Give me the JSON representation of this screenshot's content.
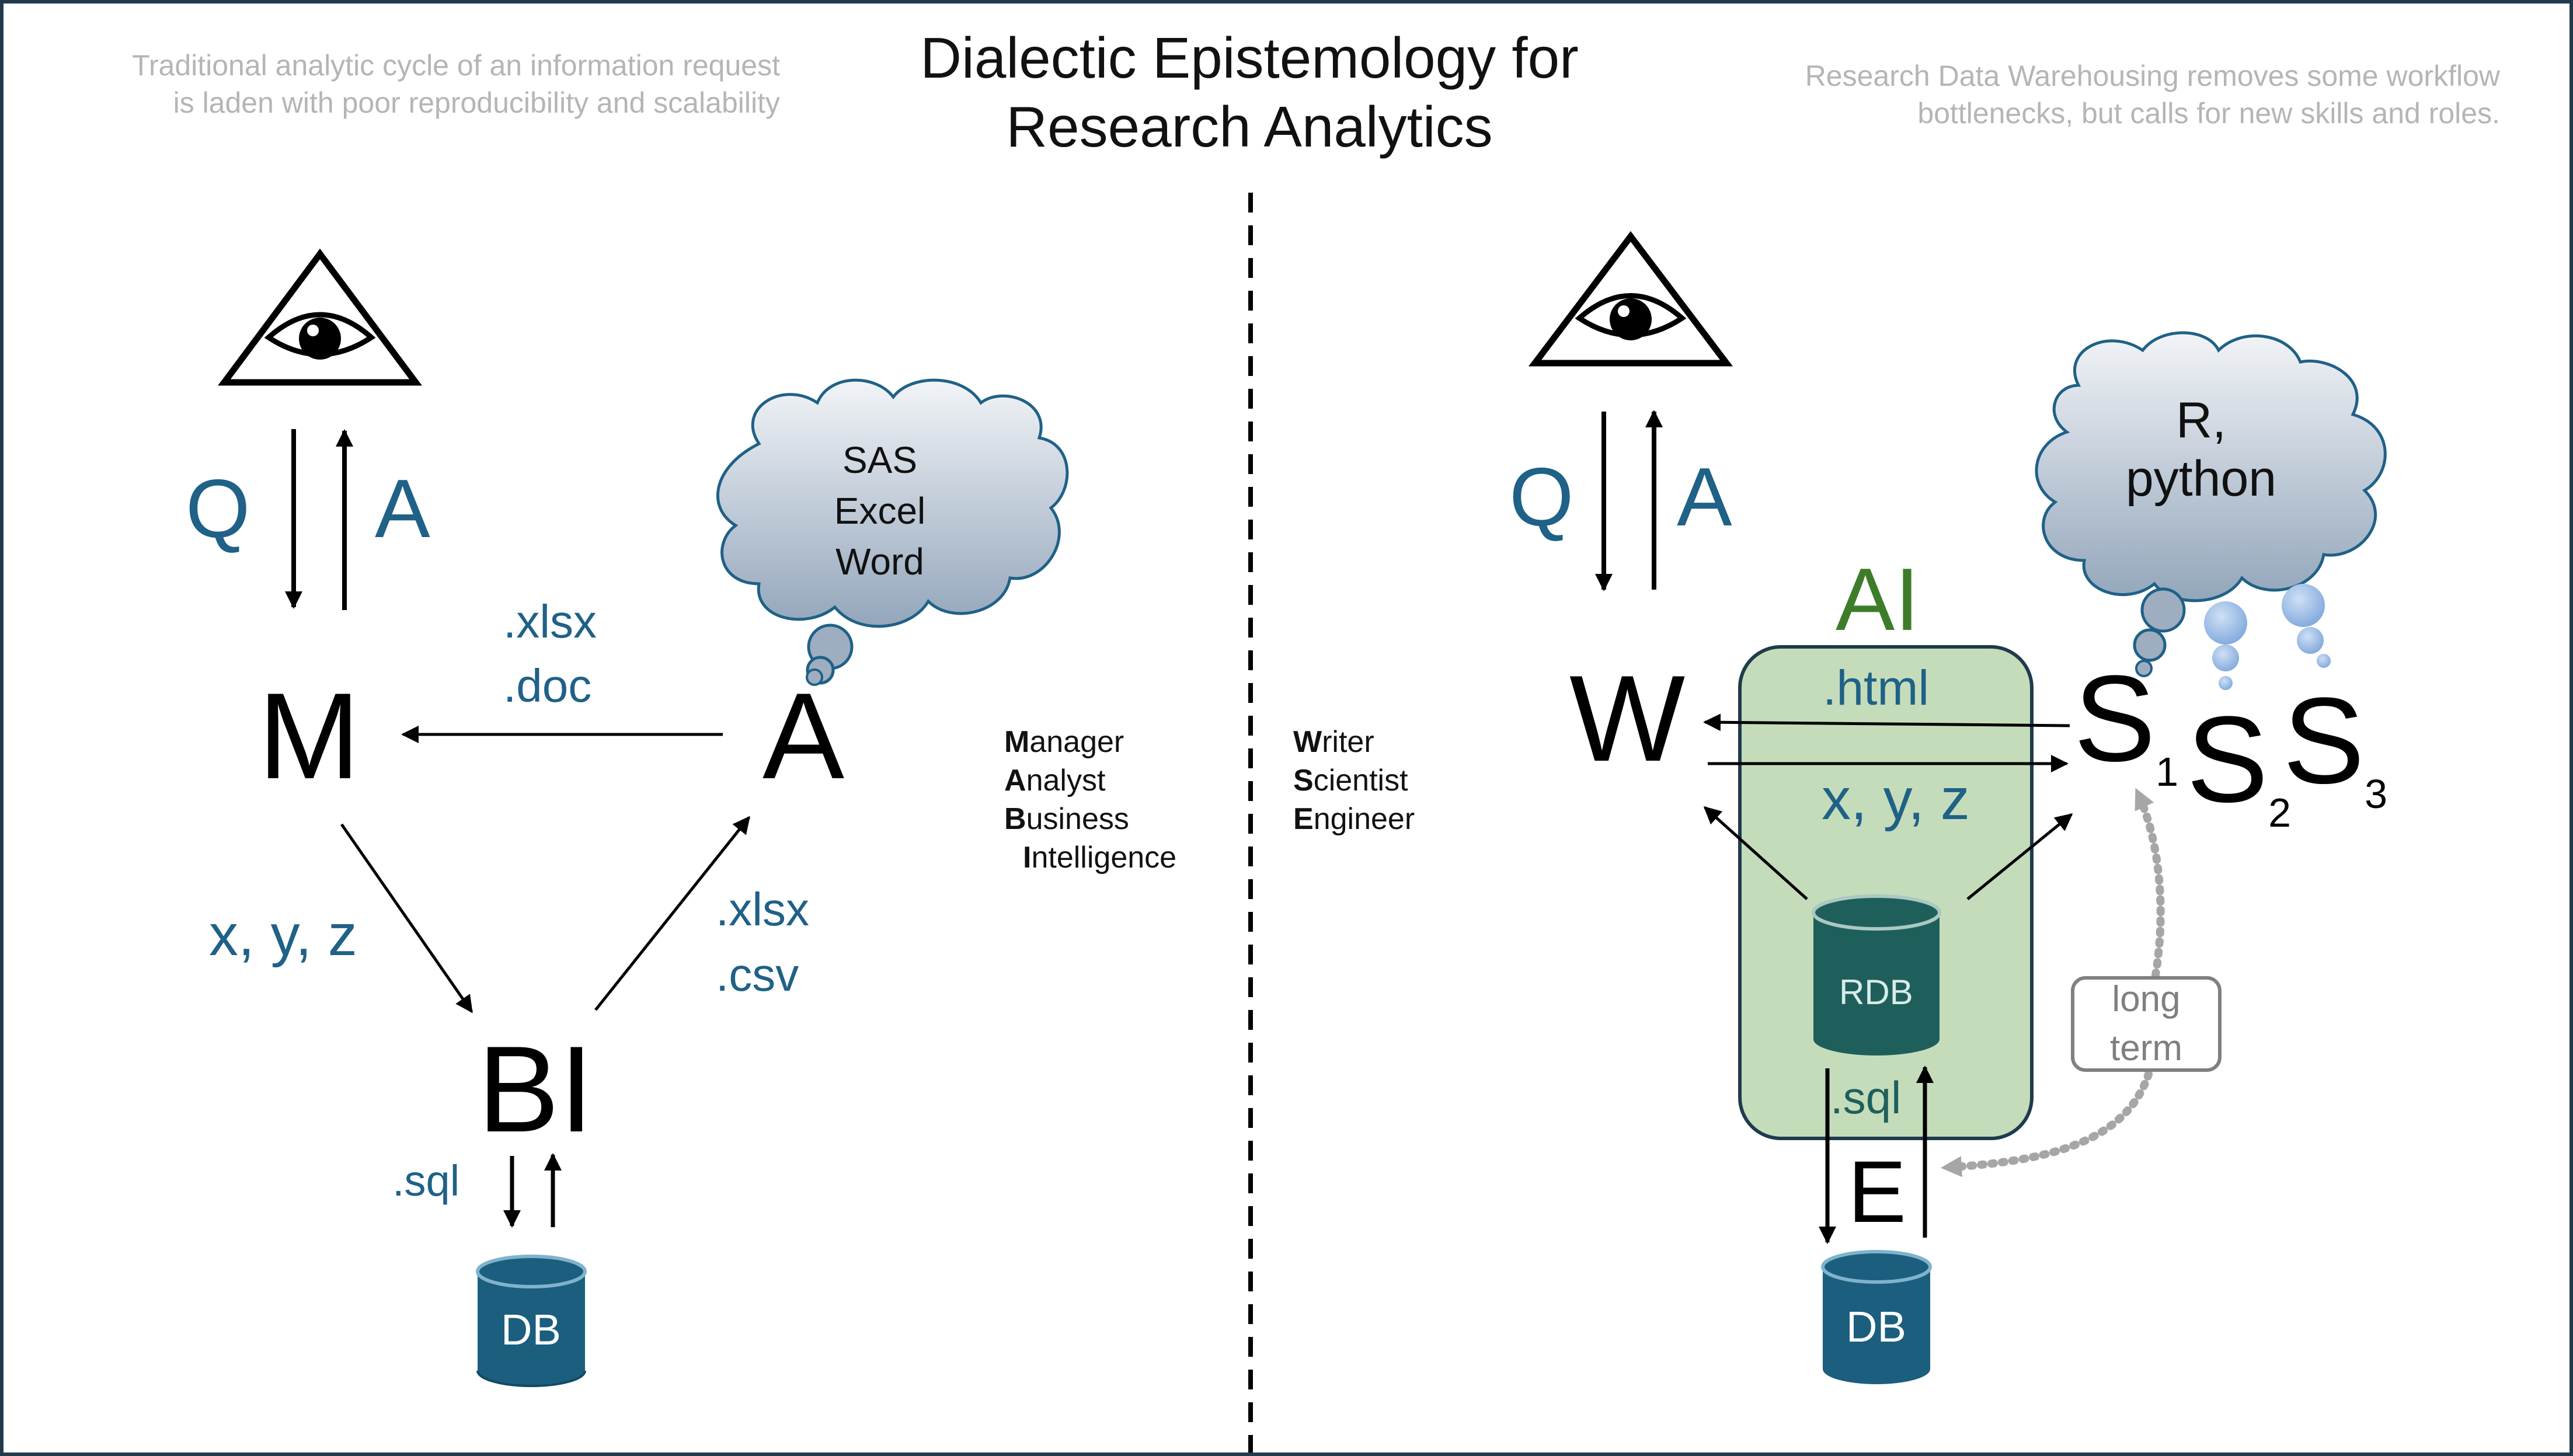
{
  "title_line1": "Dialectic Epistemology for",
  "title_line2": "Research Analytics",
  "left": {
    "note_line1": "Traditional analytic cycle of an information request",
    "note_line2": "is laden with poor reproducibility and scalability",
    "q": "Q",
    "a_arrow": "A",
    "m": "M",
    "a_node": "A",
    "bi": "BI",
    "db": "DB",
    "xlsx_doc_1": ".xlsx",
    "xlsx_doc_2": ".doc",
    "xyz": "x, y, z",
    "xlsx_csv_1": ".xlsx",
    "xlsx_csv_2": ".csv",
    "sql": ".sql",
    "cloud_1": "SAS",
    "cloud_2": "Excel",
    "cloud_3": "Word",
    "legend": [
      {
        "initial": "M",
        "rest": "anager"
      },
      {
        "initial": "A",
        "rest": "nalyst"
      },
      {
        "initial": "B",
        "rest": "usiness"
      },
      {
        "initial": "I",
        "rest": "ntelligence"
      }
    ]
  },
  "right": {
    "note_line1": "Research Data Warehousing removes some workflow",
    "note_line2": "bottlenecks, but calls for new skills and roles.",
    "q": "Q",
    "a_arrow": "A",
    "w": "W",
    "s": "S",
    "s1_sub": "1",
    "s2_sub": "2",
    "s3_sub": "3",
    "e": "E",
    "ai": "AI",
    "html": ".html",
    "xyz": "x, y, z",
    "rdb": "RDB",
    "sql": ".sql",
    "db": "DB",
    "long_term_1": "long",
    "long_term_2": "term",
    "cloud_1": "R,",
    "cloud_2": "python",
    "legend": [
      {
        "initial": "W",
        "rest": "riter"
      },
      {
        "initial": "S",
        "rest": "cientist"
      },
      {
        "initial": "E",
        "rest": "ngineer"
      }
    ]
  },
  "colors": {
    "teal_text": "#1f6187",
    "db_fill": "#1b5e7e",
    "rdb_fill": "#1f5f5b",
    "ai_green": "#3d7d2a",
    "ai_box_fill": "#c5dcbb",
    "border": "#1f3b4d"
  }
}
